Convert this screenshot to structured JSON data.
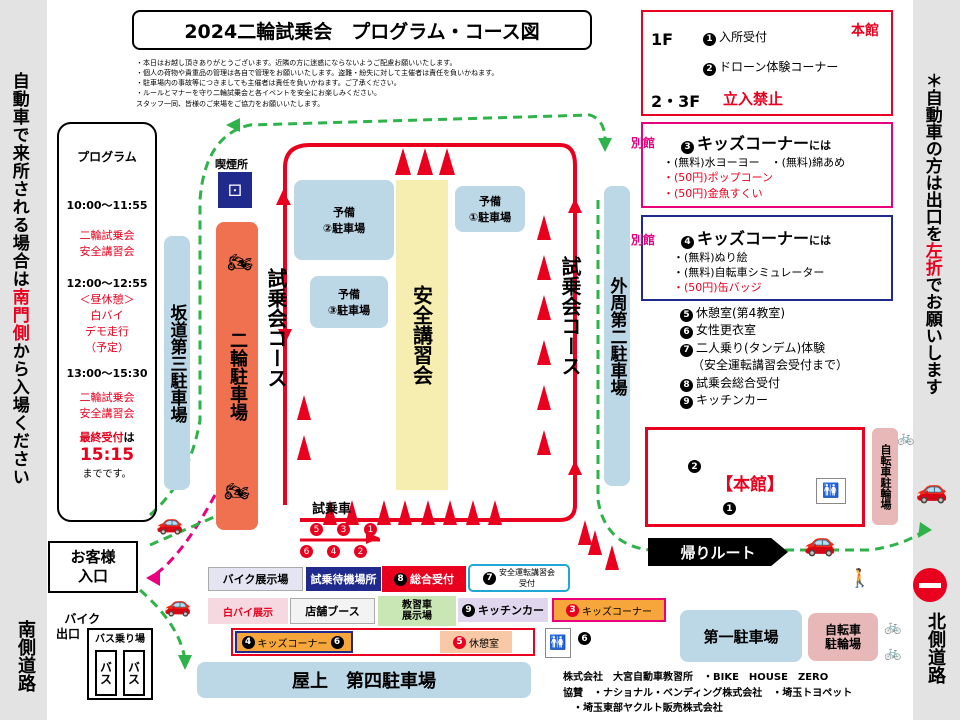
{
  "title": "2024二輪試乗会　プログラム・コース図",
  "notes": [
    "・本日はお越し頂きありがとうございます。近隣の方に迷惑にならないようご配慮お願いいたします。",
    "・個人の荷物や貴重品の管理は各自で管理をお願いいたします。盗難・紛失に対して主催者は責任を負いかねます。",
    "・駐車場内の事故等につきましても主催者は責任を負いかねます。ご了承ください。",
    "・ルールとマナーを守り二輪試乗会と各イベントを安全にお楽しみください。",
    "スタッフ一同、皆様のご来場をご協力をお願いいたします。"
  ],
  "left_banner": "自動車で来所される場合は南門側から入場ください",
  "left_banner_red": "南門側",
  "right_banner": "＊自動車の方は出口を左折でお願いします",
  "right_banner_red": "左折",
  "program": {
    "heading": "プログラム",
    "s1_time": "10:00〜11:55",
    "s1_a": "二輪試乗会",
    "s1_b": "安全講習会",
    "s2_time": "12:00〜12:55",
    "s2_a": "＜昼休憩＞",
    "s2_b": "白バイ",
    "s2_c": "デモ走行",
    "s2_d": "（予定）",
    "s3_time": "13:00〜15:30",
    "s3_a": "二輪試乗会",
    "s3_b": "安全講習会",
    "last_label": "最終受付",
    "last_ha": "は",
    "last_time": "15:15",
    "last_tail": "までです。"
  },
  "smoking": "喫煙所",
  "slope_parking": "坂道第三駐車場",
  "bike_parking": "二輪駐車場",
  "course": "試乗会コース",
  "reserve2": "予備\n②駐車場",
  "reserve3": "予備\n③駐車場",
  "reserve1": "予備\n①駐車場",
  "safety": "安全講習会",
  "outer2": "外周第二駐車場",
  "test_bikes": "試乗車",
  "test_bike_nums": [
    "5",
    "3",
    "1"
  ],
  "test_bike_nums2": [
    "6",
    "4",
    "2"
  ],
  "info": {
    "f1": "1F",
    "n1": "1",
    "i1": "入所受付",
    "main": "本館",
    "n2": "2",
    "i2": "ドローン体験コーナー",
    "f23": "2・3F",
    "no_entry": "立入禁止"
  },
  "kids3": {
    "annex": "別館",
    "num": "3",
    "title": "キッズコーナー",
    "ni": "には",
    "l1a": "・(無料)水ヨーヨー",
    "l1b": "・(無料)綿あめ",
    "l2": "・(50円)ポップコーン",
    "l3": "・(50円)金魚すくい"
  },
  "kids4": {
    "annex": "別館",
    "num": "4",
    "title": "キッズコーナー",
    "ni": "には",
    "l1": "・(無料)ぬり絵",
    "l2": "・(無料)自転車シミュレーター",
    "l3": "・(50円)缶バッジ"
  },
  "list": [
    {
      "n": "5",
      "t": "休憩室(第4教室)"
    },
    {
      "n": "6",
      "t": "女性更衣室"
    },
    {
      "n": "7",
      "t": "二人乗り(タンデム)体験"
    },
    {
      "n": "",
      "t": "（安全運転講習会受付まで）"
    },
    {
      "n": "8",
      "t": "試乗会総合受付"
    },
    {
      "n": "9",
      "t": "キッチンカー"
    }
  ],
  "main_building": {
    "n2": "2",
    "label": "【本館】",
    "n1": "1"
  },
  "bicycle_parking": "自転車駐輪場",
  "return_route": "帰りルート",
  "entrance": "お客様\n入口",
  "bike_exit": "バイク\n出口",
  "bus_stop": "バス乗り場",
  "bus": "バス",
  "south_road": "南側道路",
  "north_road": "北側道路",
  "stalls_row1": [
    {
      "k": "bike_display",
      "t": "バイク展示場"
    },
    {
      "k": "waiting",
      "t": "試乗待機場所"
    },
    {
      "k": "reception",
      "n": "8",
      "t": "総合受付"
    },
    {
      "k": "safety_reception",
      "n": "7",
      "t": "安全運転講習会\n受付"
    }
  ],
  "stalls_row2": [
    {
      "k": "police",
      "t": "白バイ展示"
    },
    {
      "k": "shop",
      "t": "店舗ブース"
    },
    {
      "k": "school",
      "t": "教習車\n展示場"
    },
    {
      "k": "kitchen",
      "n": "9",
      "t": "キッチンカー"
    },
    {
      "k": "kids3",
      "n": "3",
      "t": "キッズコーナー"
    }
  ],
  "stalls_row3": [
    {
      "k": "kids4",
      "n": "4",
      "t": "キッズコーナー",
      "n2": "6"
    },
    {
      "k": "rest",
      "n": "5",
      "t": "休憩室"
    }
  ],
  "restroom_num": "6",
  "rooftop": "屋上　第四駐車場",
  "first_parking": "第一駐車場",
  "bicycle_parking2": "自転車\n駐輪場",
  "sponsors": [
    "株式会社　大宮自動車教習所　・BIKE　HOUSE　ZERO",
    "協賛　・ナショナル・ベンディング株式会社　・埼玉トヨペット",
    "　・埼玉東部ヤクルト販売株式会社"
  ],
  "colors": {
    "red": "#e8001e",
    "green": "#2eb34a",
    "blue_box": "#bcd7e6",
    "salmon": "#ef7150",
    "sand": "#f5eeb0",
    "magenta": "#e8007f",
    "navy": "#1f2a8c",
    "orange": "#f6a63a",
    "purple": "#7a3fb0"
  }
}
